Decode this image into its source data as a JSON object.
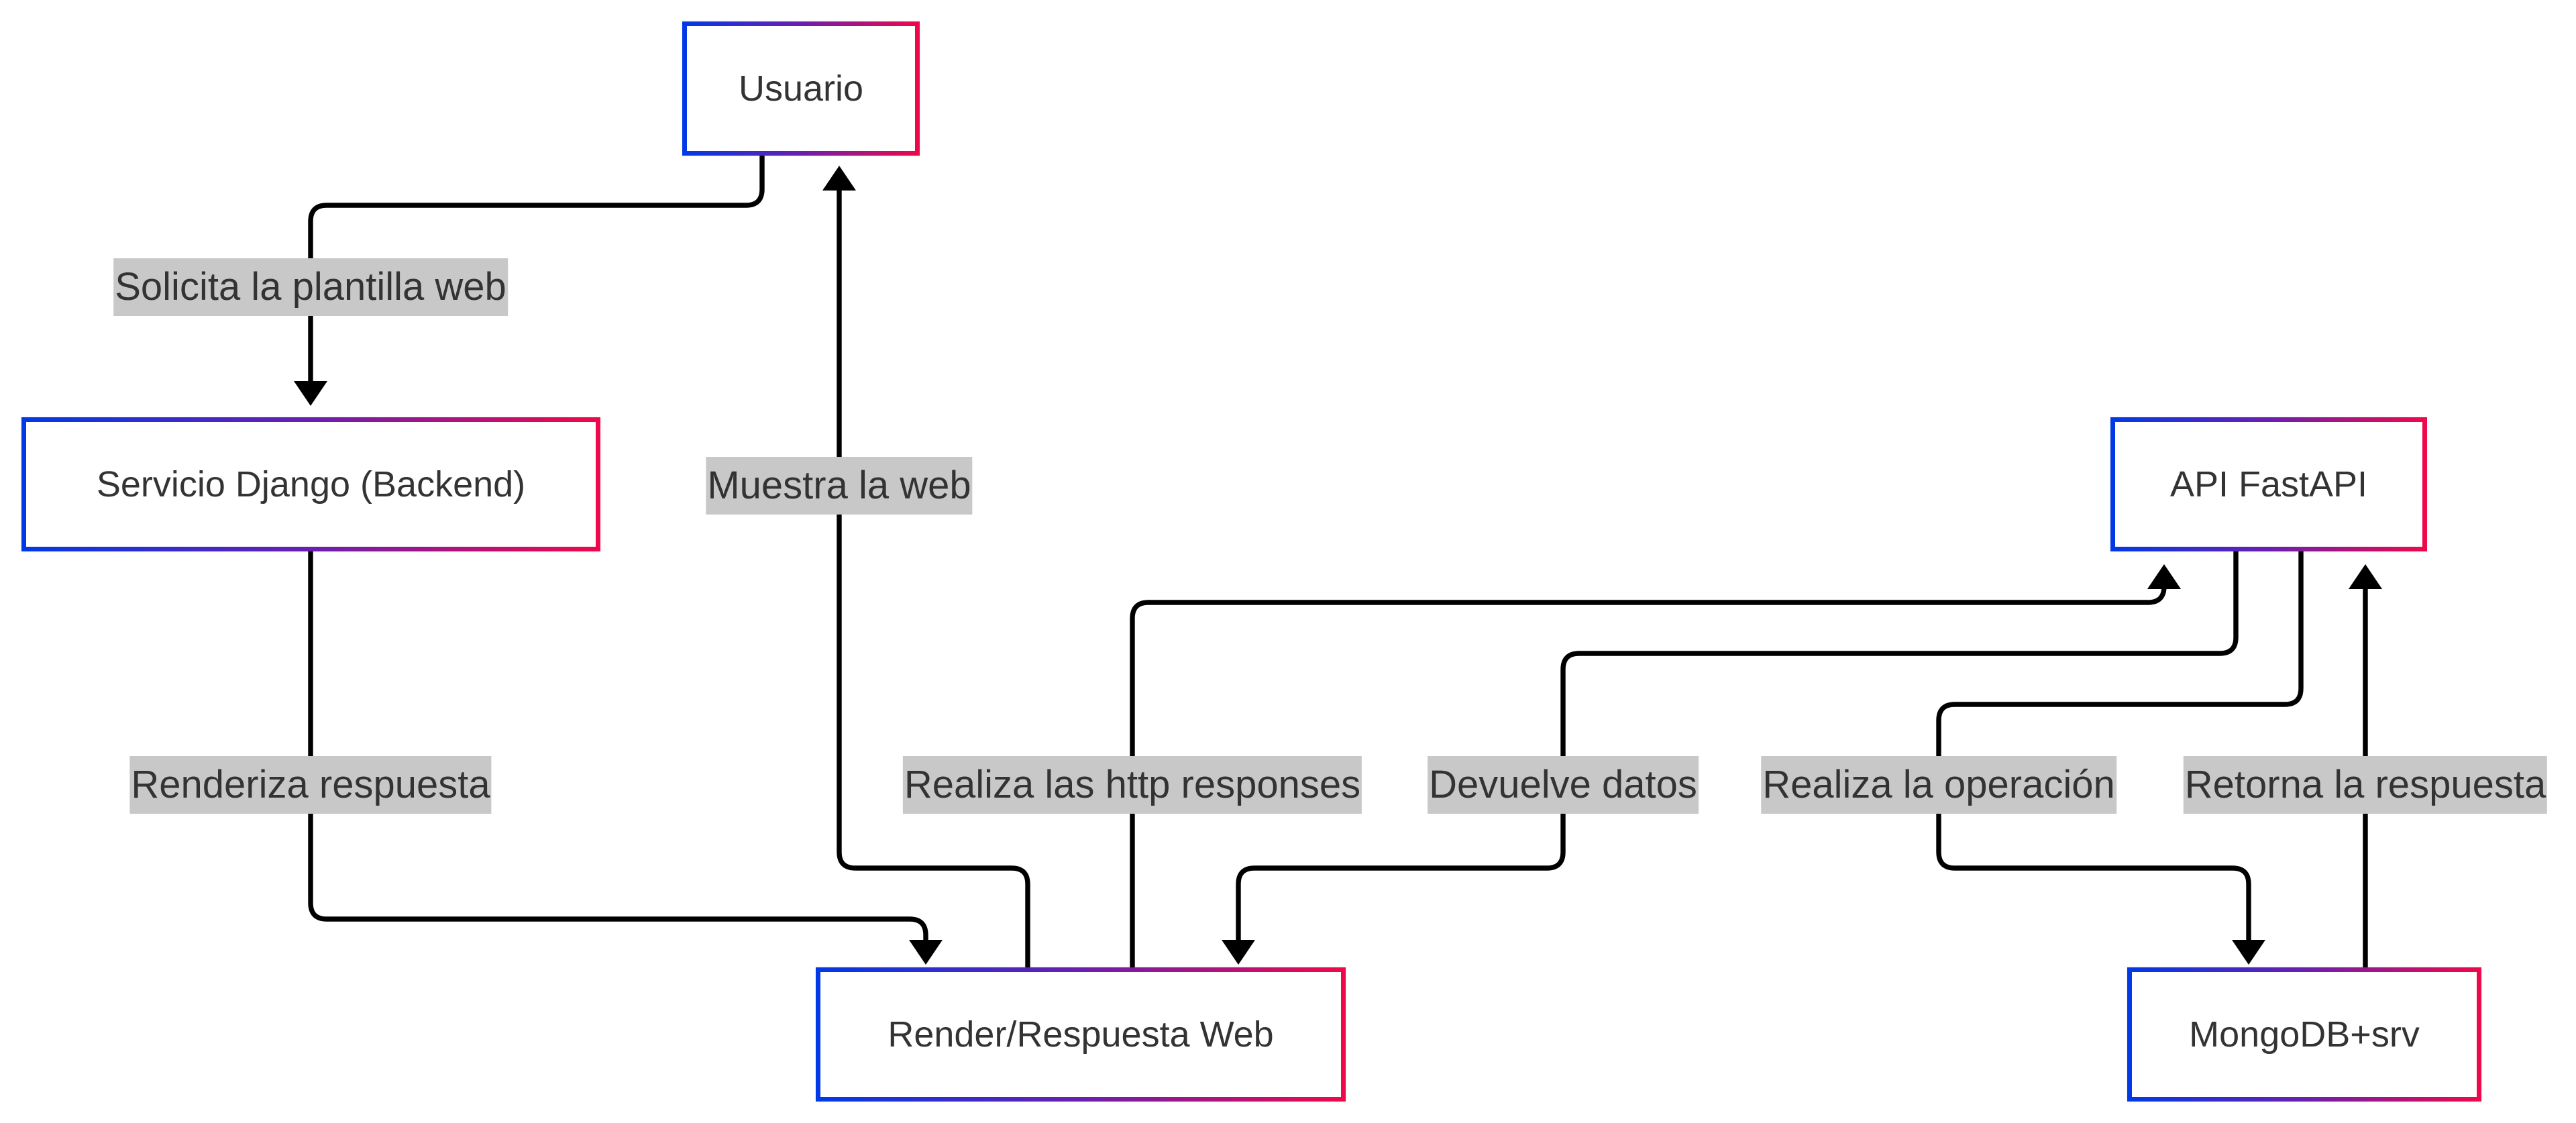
{
  "colors": {
    "edge": "#000000",
    "node_border_start": "#0039e6",
    "node_border_end": "#f0084a",
    "label_background": "#c8c8c8",
    "text": "#333333"
  },
  "nodes": {
    "usuario": "Usuario",
    "django": "Servicio Django (Backend)",
    "render": "Render/Respuesta Web",
    "fastapi": "API FastAPI",
    "mongodb": "MongoDB+srv"
  },
  "edges": {
    "solicita": "Solicita la plantilla web",
    "renderiza": "Renderiza respuesta",
    "muestra": "Muestra la web",
    "realiza_http": "Realiza las http responses",
    "devuelve": "Devuelve datos",
    "realiza_operacion": "Realiza la operación",
    "retorna": "Retorna la respuesta"
  }
}
